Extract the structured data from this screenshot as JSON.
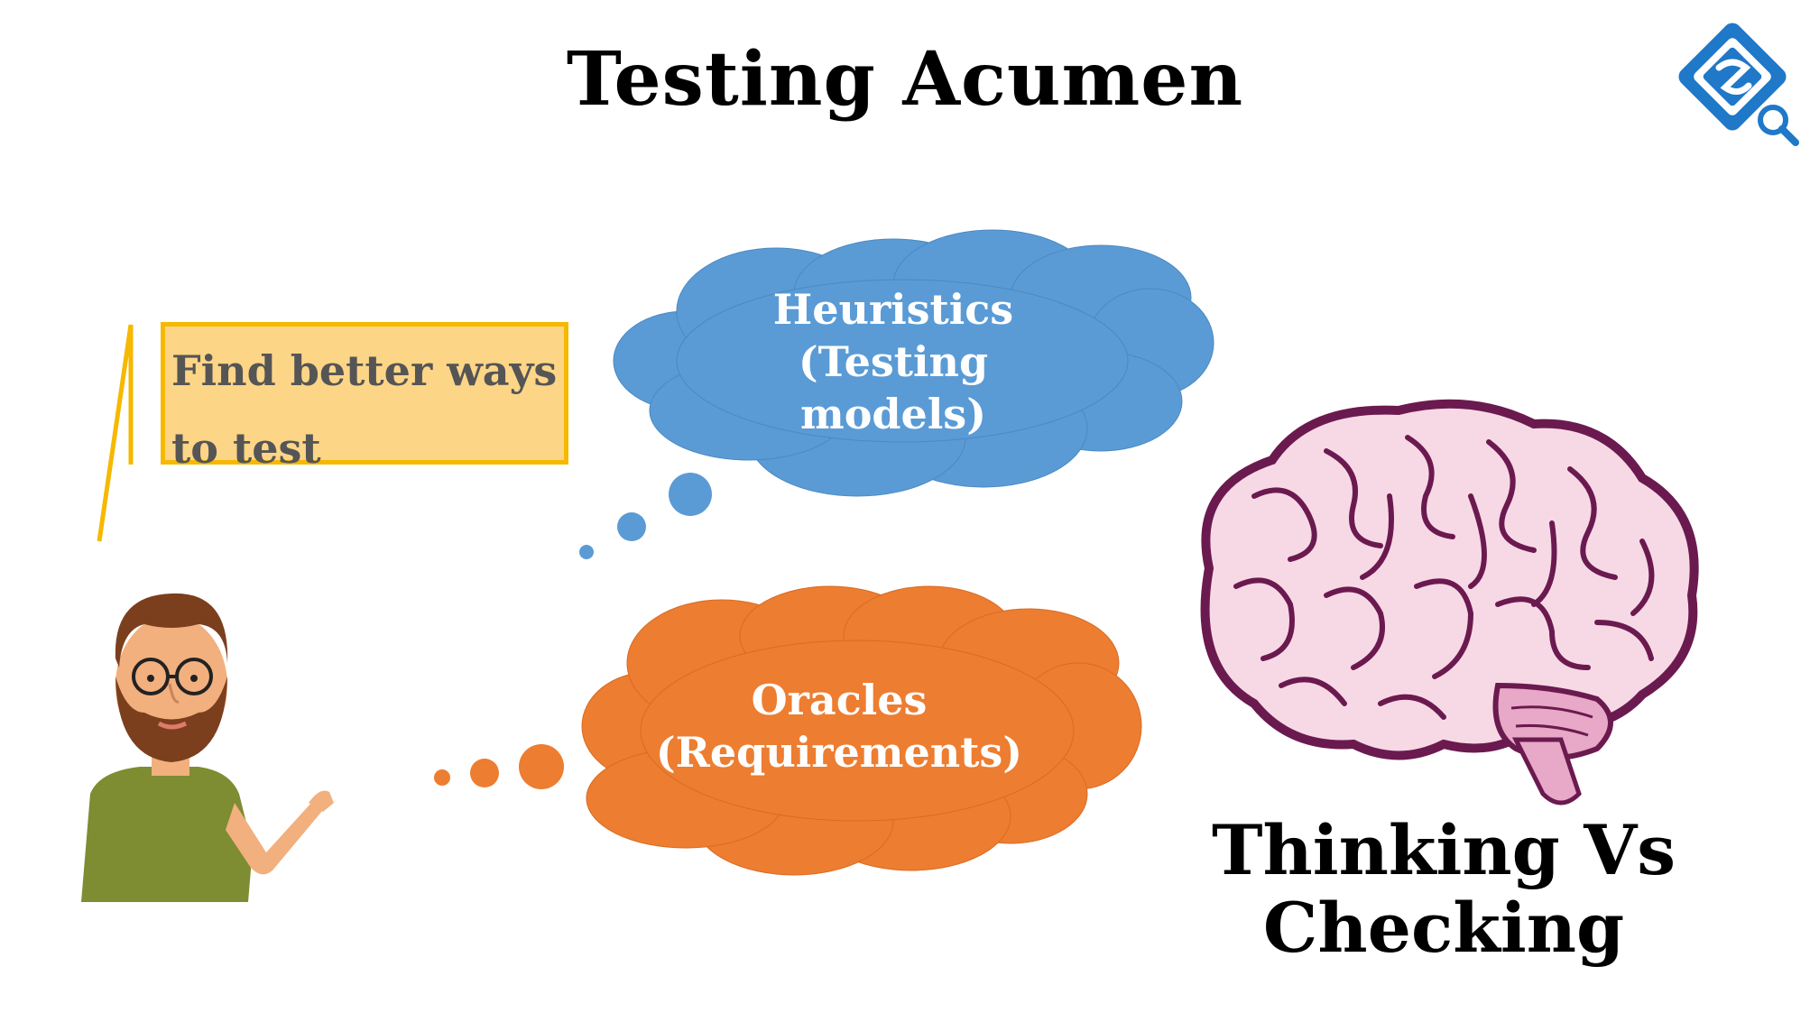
{
  "title": "Testing Acumen",
  "callout": {
    "text_line1": "Find better ways",
    "text_line2": "to test"
  },
  "clouds": {
    "heuristics": {
      "line1": "Heuristics",
      "line2": "(Testing",
      "line3": "models)",
      "color": "#5b9bd5"
    },
    "oracles": {
      "line1": "Oracles",
      "line2": "(Requirements)",
      "color": "#ed7d31"
    }
  },
  "footer": {
    "line1": "Thinking Vs",
    "line2": "Checking"
  },
  "icons": {
    "logo": "logo-icon",
    "person": "person-illustration",
    "brain": "brain-illustration"
  },
  "colors": {
    "callout_fill": "#fdd587",
    "callout_border": "#f6b800",
    "brain_outline": "#6b1a4f",
    "brain_fill": "#f7d9e6"
  }
}
